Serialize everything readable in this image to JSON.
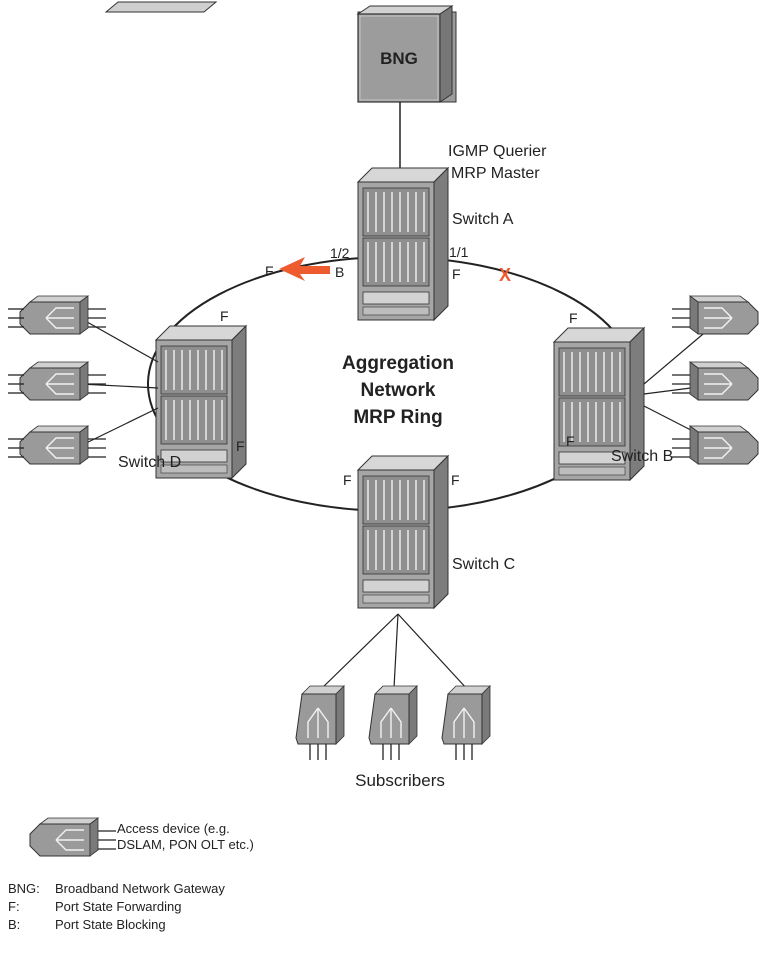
{
  "bng": {
    "label": "BNG"
  },
  "switch_a": {
    "role_line1": "IGMP Querier",
    "role_line2": "MRP Master",
    "name": "Switch A",
    "port_left": "1/2",
    "port_right": "1/1",
    "state_left": "B",
    "state_right": "F"
  },
  "switch_b": {
    "name": "Switch B",
    "state_top": "F",
    "state_bottom": "F"
  },
  "switch_c": {
    "name": "Switch C",
    "state_left": "F",
    "state_right": "F"
  },
  "switch_d": {
    "name": "Switch D",
    "state_top": "F",
    "state_bottom": "F",
    "state_arrow_end": "F"
  },
  "ring": {
    "line1": "Aggregation",
    "line2": "Network",
    "line3": "MRP Ring",
    "break_mark": "X"
  },
  "subscribers": {
    "label": "Subscribers"
  },
  "legend": {
    "access_line1": "Access device (e.g.",
    "access_line2": "DSLAM, PON OLT etc.)",
    "bng_key": "BNG:",
    "bng_def": "Broadband Network Gateway",
    "f_key": "F:",
    "f_def": "Port State Forwarding",
    "b_key": "B:",
    "b_def": "Port State Blocking"
  },
  "colors": {
    "device_fill": "#9a9a9a",
    "device_light": "#cfcfcf",
    "arrow": "#ee5b2e",
    "line": "#222222"
  }
}
